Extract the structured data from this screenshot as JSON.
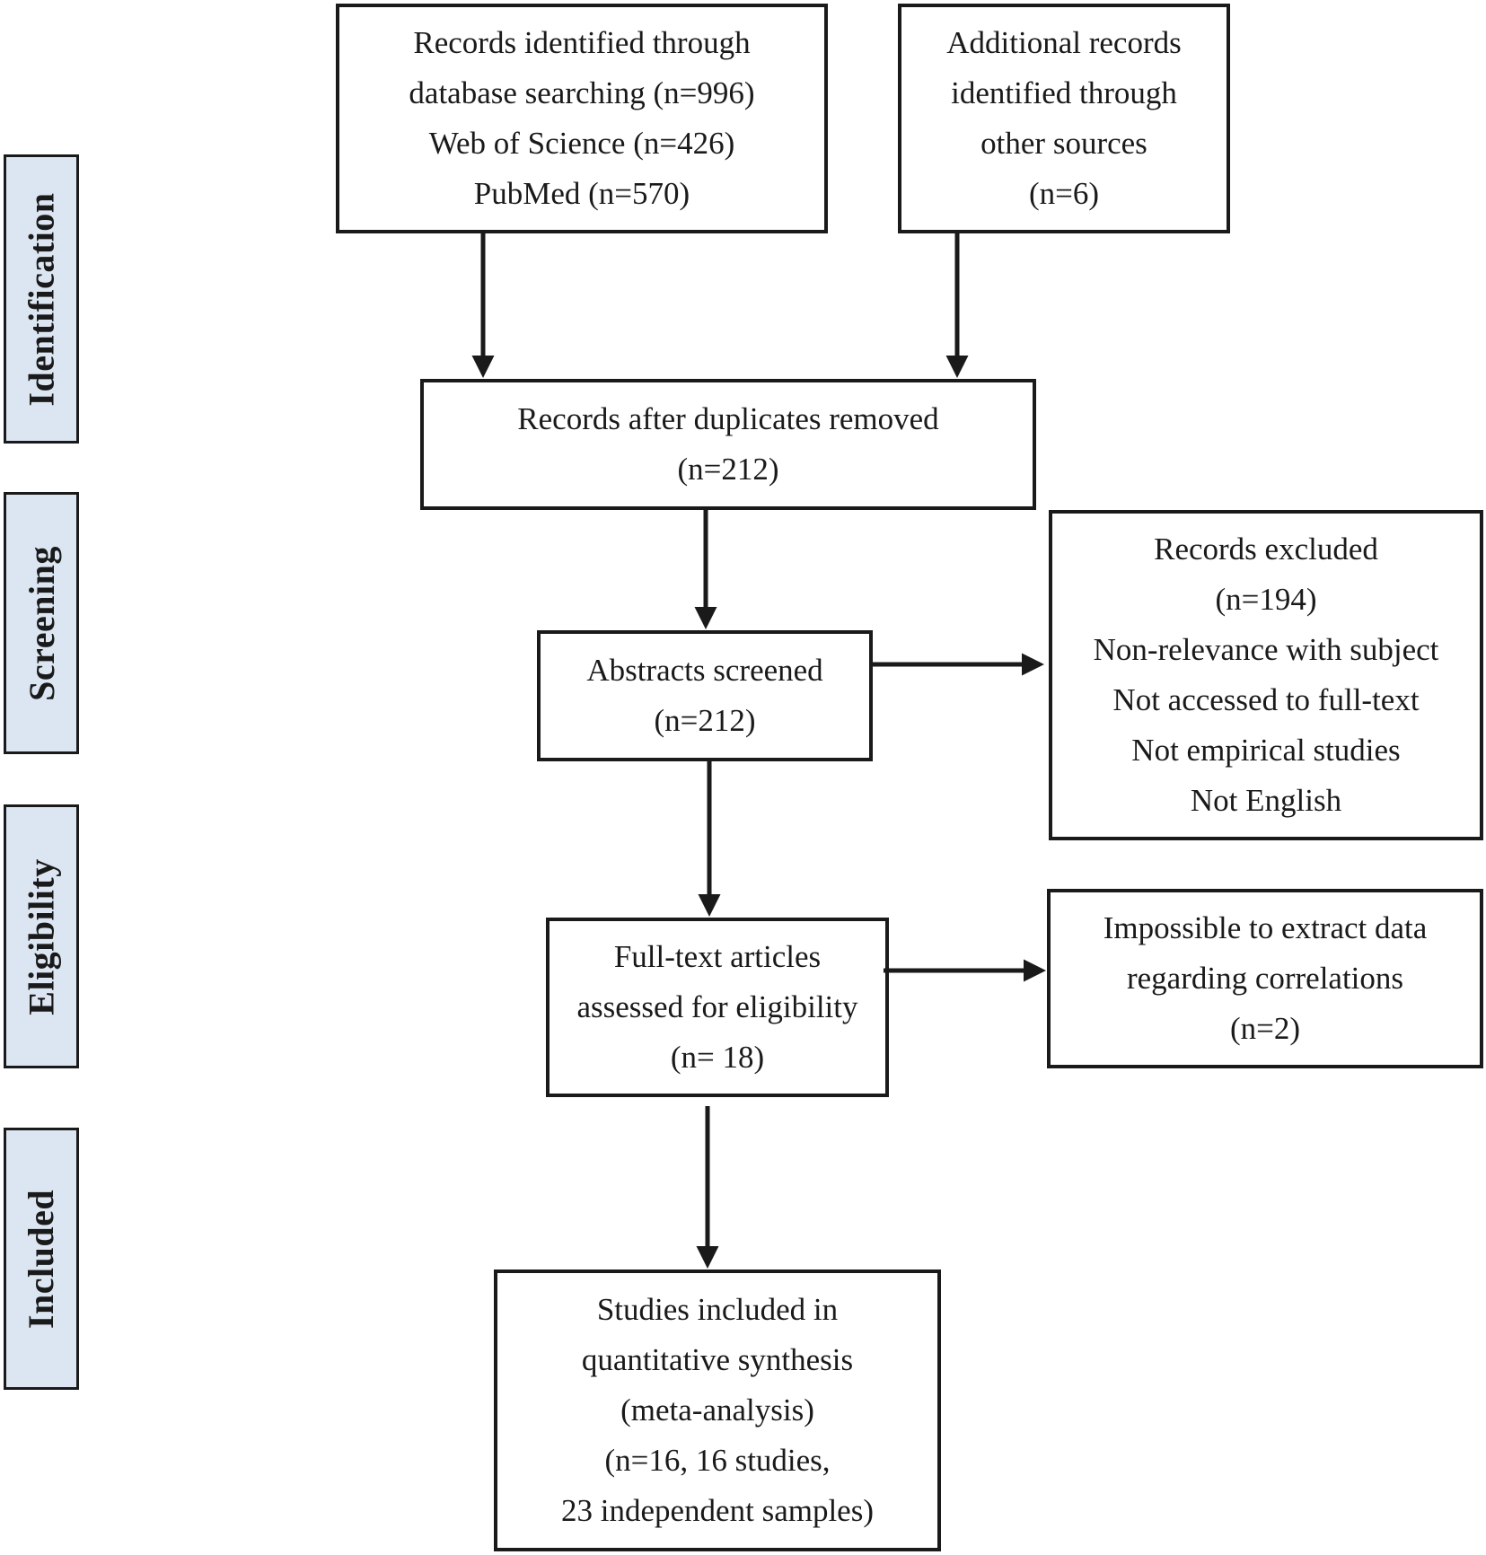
{
  "stages": {
    "identification": "Identification",
    "screening": "Screening",
    "eligibility": "Eligibility",
    "included": "Included"
  },
  "boxes": {
    "database_records": {
      "lines": [
        "Records identified through",
        "database searching (n=996)",
        "Web of Science (n=426)",
        "PubMed (n=570)"
      ]
    },
    "additional_records": {
      "lines": [
        "Additional records",
        "identified through",
        "other sources",
        "(n=6)"
      ]
    },
    "after_duplicates": {
      "lines": [
        "Records after duplicates removed",
        "(n=212)"
      ]
    },
    "abstracts_screened": {
      "lines": [
        "Abstracts screened",
        "(n=212)"
      ]
    },
    "records_excluded": {
      "lines": [
        "Records excluded",
        "(n=194)",
        "Non-relevance with subject",
        "Not accessed to full-text",
        "Not empirical studies",
        "Not English"
      ]
    },
    "fulltext_assessed": {
      "lines": [
        "Full-text articles",
        "assessed for eligibility",
        "(n= 18)"
      ]
    },
    "impossible_extract": {
      "lines": [
        "Impossible to extract data",
        "regarding correlations",
        "(n=2)"
      ]
    },
    "studies_included": {
      "lines": [
        "Studies included in",
        "quantitative synthesis",
        "(meta-analysis)",
        "(n=16, 16 studies,",
        "23 independent samples)"
      ]
    }
  },
  "colors": {
    "stage_fill": "#dce6f2",
    "stroke": "#1a1a1a"
  }
}
